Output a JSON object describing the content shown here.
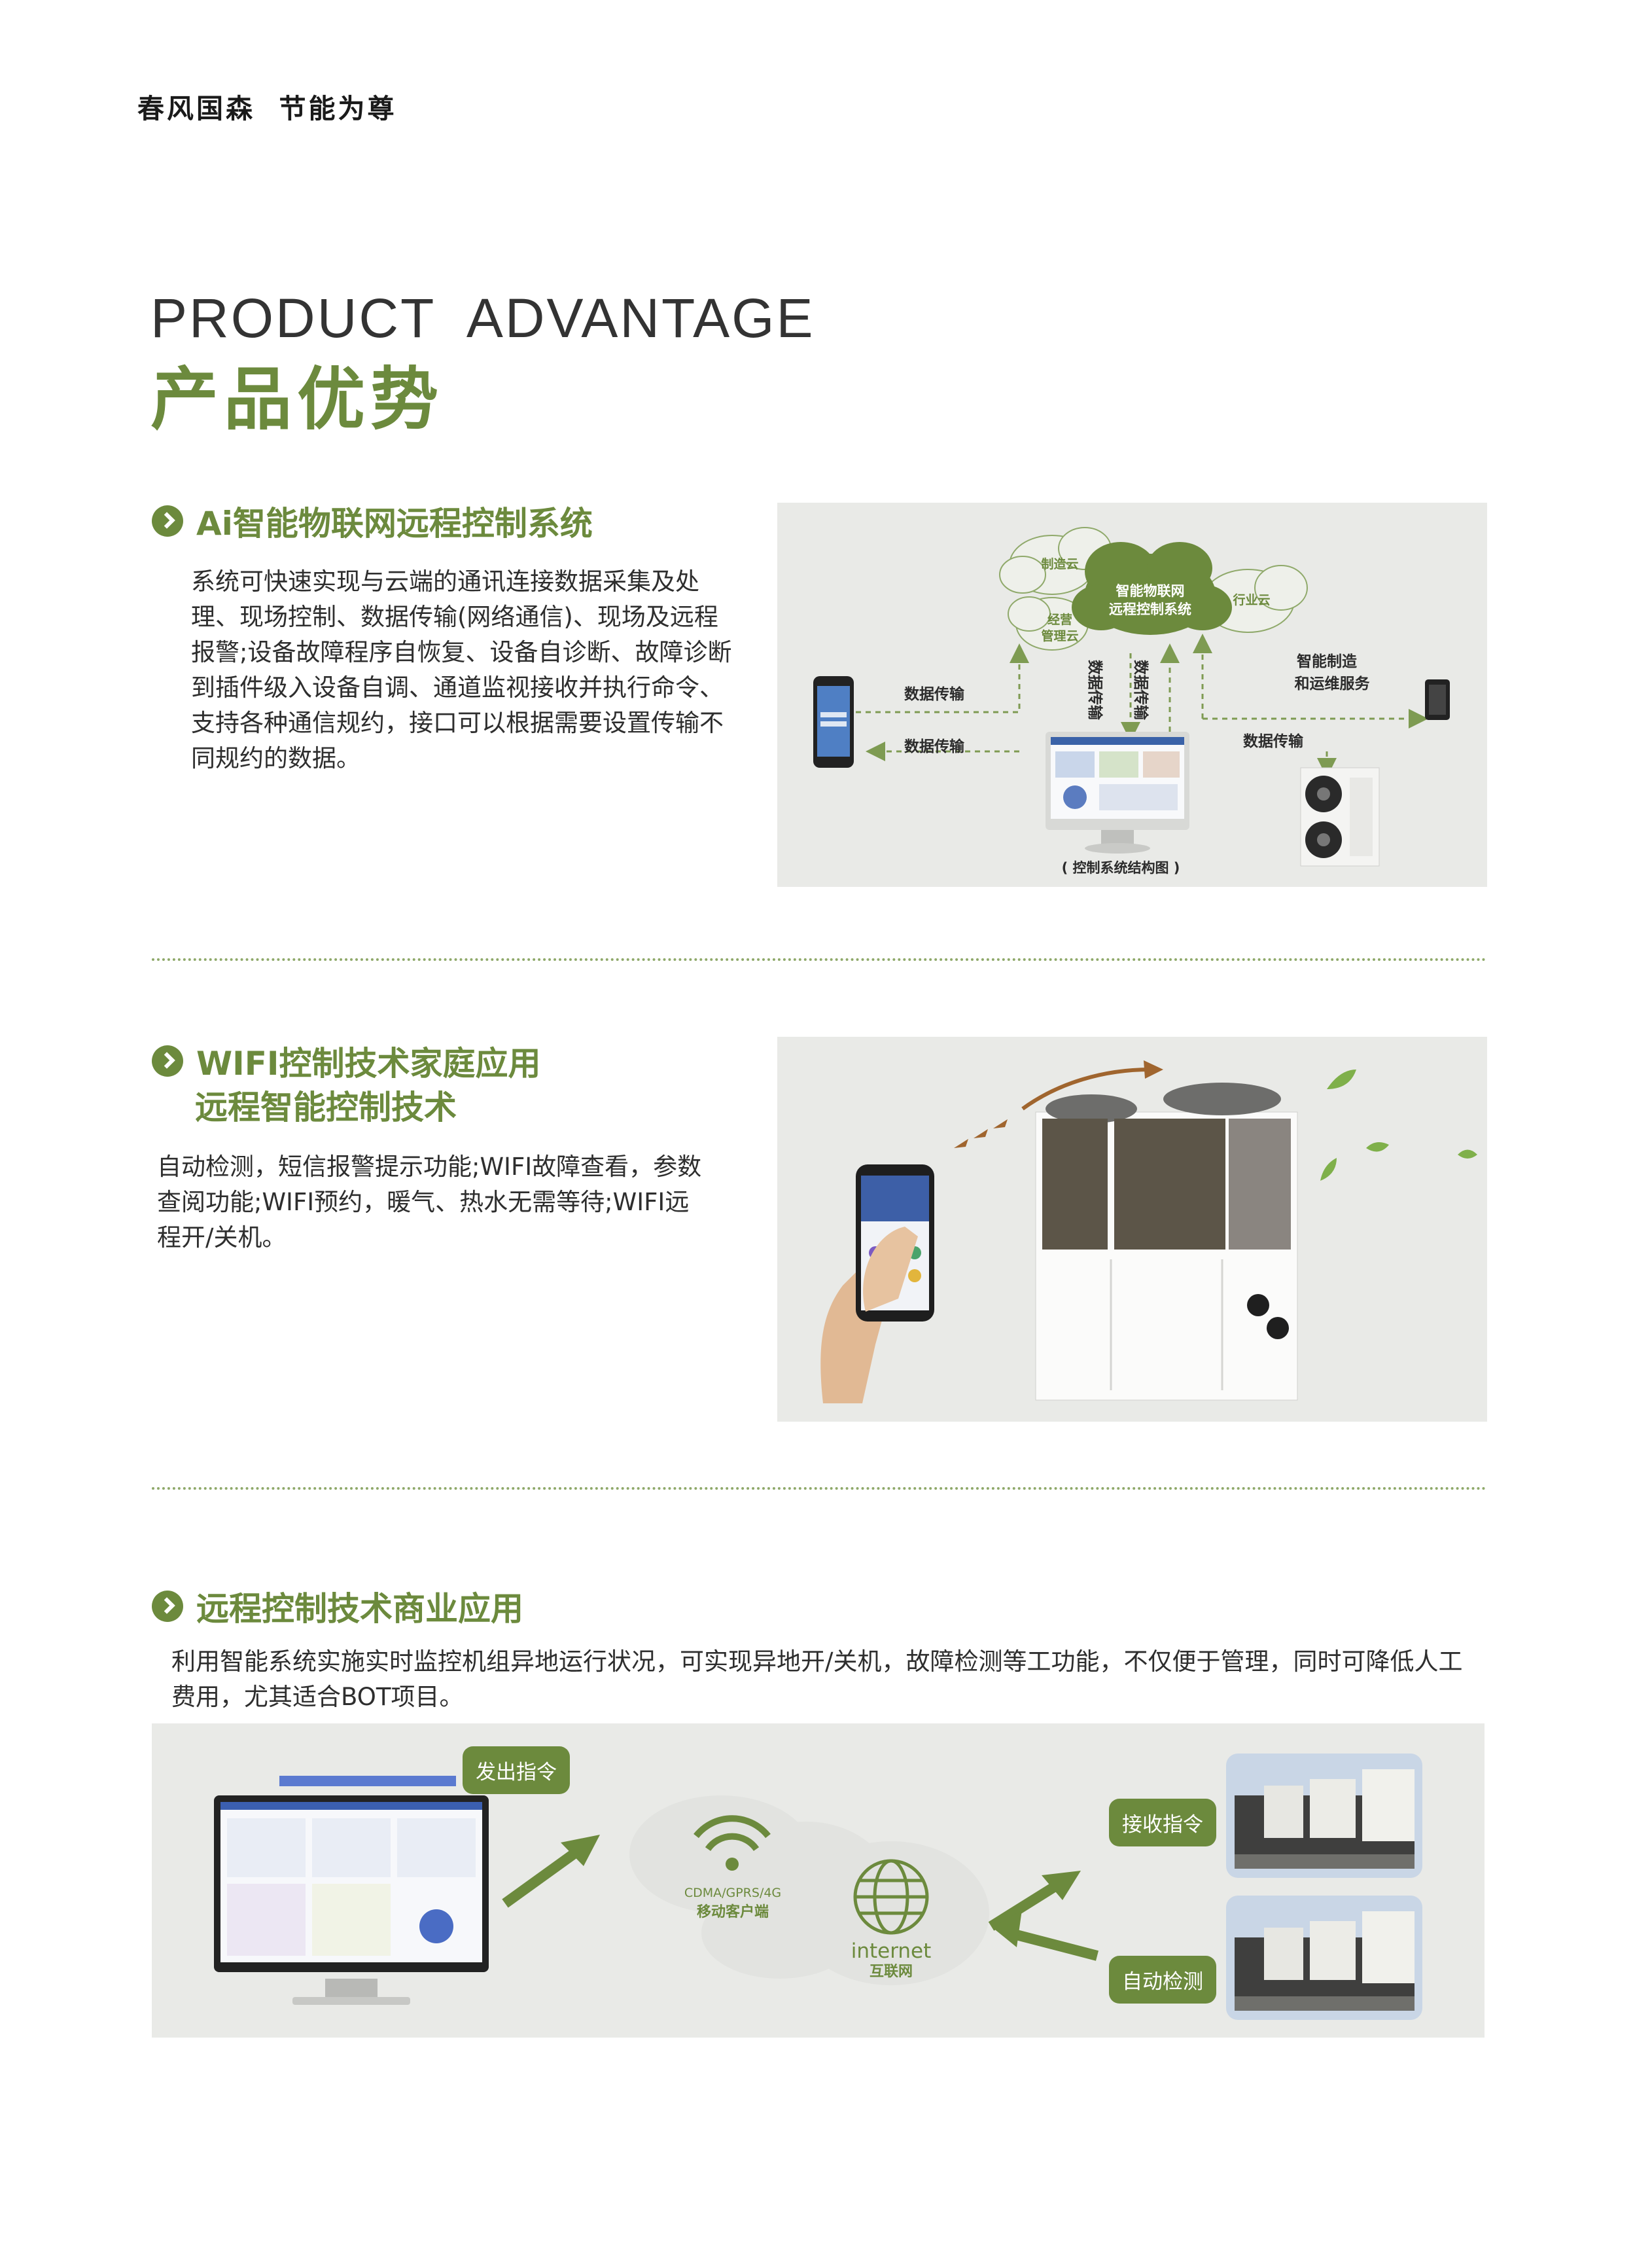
{
  "header": {
    "slogan": "春风国森  节能为尊"
  },
  "title": {
    "en": "PRODUCT  ADVANTAGE",
    "cn": "产品优势"
  },
  "section1": {
    "heading": "Ai智能物联网远程控制系统",
    "body": "系统可快速实现与云端的通讯连接数据采集及处理、现场控制、数据传输(网络通信)、现场及远程报警;设备故障程序自恢复、设备自诊断、故障诊断到插件级入设备自调、通道监视接收并执行命令、支持各种通信规约，接口可以根据需要设置传输不同规约的数据。",
    "diagram": {
      "cloud_main": [
        "智能物联网",
        "远程控制系统"
      ],
      "cloud_mfg": "制造云",
      "cloud_mgmt": [
        "经营",
        "管理云"
      ],
      "cloud_industry": "行业云",
      "data_transfer": "数据传输",
      "data_transfer_v": "数据传输",
      "smart_service": [
        "智能制造",
        "和运维服务"
      ],
      "caption": "( 控制系统结构图 )"
    }
  },
  "section2": {
    "heading": "WIFI控制技术家庭应用",
    "subheading": "远程智能控制技术",
    "body": "自动检测，短信报警提示功能;WIFI故障查看，参数查阅功能;WIFI预约，暖气、热水无需等待;WIFI远程开/关机。"
  },
  "section3": {
    "heading": "远程控制技术商业应用",
    "body": "利用智能系统实施实时监控机组异地运行状况，可实现异地开/关机，故障检测等工功能，不仅便于管理，同时可降低人工费用，尤其适合BOT项目。",
    "diagram": {
      "send_cmd": "发出指令",
      "receive_cmd": "接收指令",
      "auto_detect": "自动检测",
      "network": "CDMA/GPRS/4G",
      "mobile_client": "移动客户端",
      "internet": "internet",
      "internet_cn": "互联网"
    }
  },
  "colors": {
    "accent": "#6c8a3d",
    "panel": "#e9eae7"
  }
}
